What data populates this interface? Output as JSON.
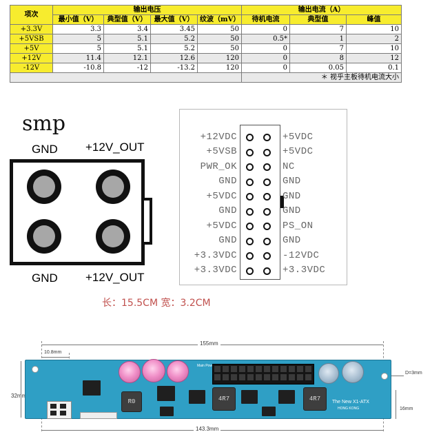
{
  "table": {
    "header1": [
      "项次",
      "输出电压",
      "输出电流（A）"
    ],
    "header2": [
      "最小值（V）",
      "典型值（V）",
      "最大值（V）",
      "纹波（mV）",
      "待机电流",
      "典型值",
      "峰值"
    ],
    "rows": [
      {
        "rail": "+3.3V",
        "min": "3.3",
        "typ": "3.4",
        "max": "3.45",
        "ripple": "50",
        "standby": "0",
        "cur_typ": "7",
        "peak": "10"
      },
      {
        "rail": "+5VSB",
        "min": "5",
        "typ": "5.1",
        "max": "5.2",
        "ripple": "50",
        "standby": "0.5*",
        "cur_typ": "1",
        "peak": "2"
      },
      {
        "rail": "+5V",
        "min": "5",
        "typ": "5.1",
        "max": "5.2",
        "ripple": "50",
        "standby": "0",
        "cur_typ": "7",
        "peak": "10"
      },
      {
        "rail": "+12V",
        "min": "11.4",
        "typ": "12.1",
        "max": "12.6",
        "ripple": "120",
        "standby": "0",
        "cur_typ": "8",
        "peak": "12"
      },
      {
        "rail": "-12V",
        "min": "-10.8",
        "typ": "-12",
        "max": "-13.2",
        "ripple": "120",
        "standby": "0",
        "cur_typ": "0.05",
        "peak": "0.1"
      }
    ],
    "note": "＊ 视乎主板待机电流大小"
  },
  "smp": {
    "title": "smp",
    "top_left": "GND",
    "top_right": "+12V_OUT",
    "bottom_left": "GND",
    "bottom_right": "+12V_OUT"
  },
  "atx": {
    "left": [
      "+12VDC",
      "+5VSB",
      "PWR_OK",
      "GND",
      "+5VDC",
      "GND",
      "+5VDC",
      "GND",
      "+3.3VDC",
      "+3.3VDC"
    ],
    "right": [
      "+5VDC",
      "+5VDC",
      "NC",
      "GND",
      "GND",
      "GND",
      "PS_ON",
      "GND",
      "-12VDC",
      "+3.3VDC"
    ]
  },
  "size_text": "长：15.5CM 宽：3.2CM",
  "board": {
    "dim_155": "155mm",
    "dim_108": "10.8mm",
    "dim_32": "32mm",
    "dim_d3": "D=3mm",
    "dim_16": "16mm",
    "dim_1433": "143.3mm",
    "inductor_1": "R0",
    "inductor_2": "4R7",
    "inductor_3": "4R7",
    "model": "The New X1-ATX",
    "origin": "HONG KONG",
    "conn_label": "Main Power"
  }
}
